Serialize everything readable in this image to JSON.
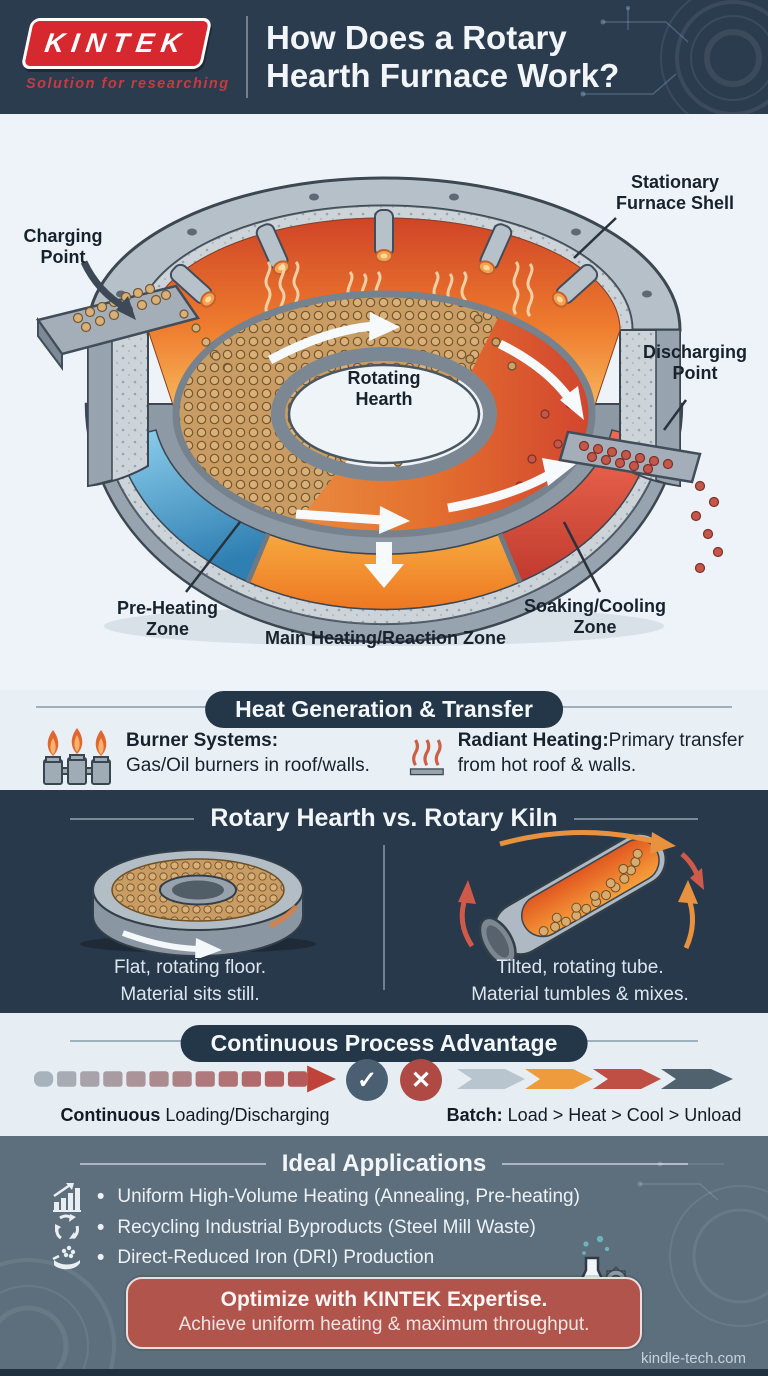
{
  "header": {
    "brand": "KINTEK",
    "tagline": "Solution for researching",
    "title_line1": "How Does a Rotary",
    "title_line2": "Hearth Furnace Work?"
  },
  "diagram": {
    "labels": {
      "charging": "Charging Point",
      "shell": "Stationary Furnace Shell",
      "hearth": "Rotating Hearth",
      "discharging": "Discharging Point",
      "zone_pre": "Pre-Heating Zone",
      "zone_main": "Main Heating/Reaction Zone",
      "zone_soak": "Soaking/Cooling Zone"
    }
  },
  "heat": {
    "title": "Heat Generation & Transfer",
    "items": [
      {
        "icon": "burner-flames-icon",
        "label": "Burner Systems:",
        "text": "Gas/Oil burners in roof/walls."
      },
      {
        "icon": "radiant-heat-icon",
        "label": "Radiant Heating:",
        "text": "Primary transfer from hot roof & walls."
      }
    ]
  },
  "comparison": {
    "title": "Rotary Hearth vs. Rotary Kiln",
    "hearth": {
      "line1": "Flat, rotating floor.",
      "line2": "Material sits still."
    },
    "kiln": {
      "line1": "Tilted, rotating tube.",
      "line2": "Material tumbles & mixes."
    }
  },
  "process": {
    "title": "Continuous Process Advantage",
    "continuous": {
      "bold": "Continuous",
      "rest": " Loading/Discharging"
    },
    "batch": {
      "bold": "Batch:",
      "rest": " Load > Heat > Cool > Unload"
    },
    "check_glyph": "✓",
    "cross_glyph": "✕"
  },
  "applications": {
    "title": "Ideal Applications",
    "bullet_glyph": "•",
    "items": [
      {
        "icon": "bar-chart-icon",
        "text": "Uniform High-Volume Heating (Annealing, Pre-heating)"
      },
      {
        "icon": "recycle-icon",
        "text": "Recycling Industrial Byproducts (Steel Mill Waste)"
      },
      {
        "icon": "hand-material-icon",
        "text": "Direct-Reduced Iron (DRI) Production"
      }
    ],
    "cta": {
      "line1": "Optimize with KINTEK Expertise.",
      "line2": "Achieve uniform heating & maximum throughput."
    },
    "site": "kindle-tech.com"
  },
  "colors": {
    "brand_red": "#d7282f",
    "header_navy": "#2b3c4f",
    "section_navy": "#28394b",
    "light_bg": "#ebf2f7",
    "slate_bg": "#5d6e7d",
    "cta_red": "#b0544c",
    "zone_blue": "#4a9fd0",
    "zone_orange": "#f0882e",
    "zone_red": "#d84b3c"
  }
}
